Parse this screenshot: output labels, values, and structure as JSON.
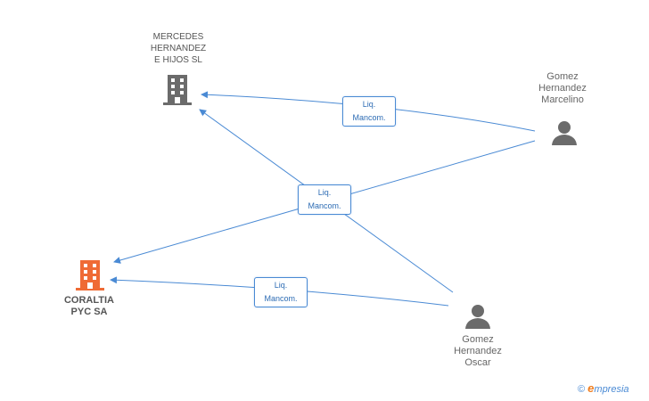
{
  "nodes": {
    "mercedes": {
      "label_lines": [
        "MERCEDES",
        "HERNANDEZ",
        "E HIJOS SL"
      ],
      "icon": "building-icon",
      "color": "#6b6b6b"
    },
    "coraltia": {
      "label_lines": [
        "CORALTIA",
        "PYC SA"
      ],
      "icon": "building-icon",
      "color": "#ef6b35"
    },
    "marcelino": {
      "label_lines": [
        "Gomez",
        "Hernandez",
        "Marcelino"
      ],
      "icon": "person-icon",
      "color": "#6b6b6b"
    },
    "oscar": {
      "label_lines": [
        "Gomez",
        "Hernandez",
        "Oscar"
      ],
      "icon": "person-icon",
      "color": "#6b6b6b"
    }
  },
  "edges": [
    {
      "from": "marcelino",
      "to": "mercedes",
      "label_lines": [
        "Liq.",
        "Mancom."
      ]
    },
    {
      "from": "marcelino",
      "to": "coraltia",
      "label_lines": [
        "Liq.",
        "Mancom."
      ]
    },
    {
      "from": "oscar",
      "to": "mercedes",
      "label_lines": [
        "Liq.",
        "Mancom."
      ]
    },
    {
      "from": "oscar",
      "to": "coraltia",
      "label_lines": [
        "Liq.",
        "Mancom."
      ]
    }
  ],
  "colors": {
    "edge": "#4a8ad4",
    "edge_label_text": "#2d6cb4"
  },
  "branding": {
    "copyright": "©",
    "name_initial": "e",
    "name_rest": "mpresia"
  }
}
